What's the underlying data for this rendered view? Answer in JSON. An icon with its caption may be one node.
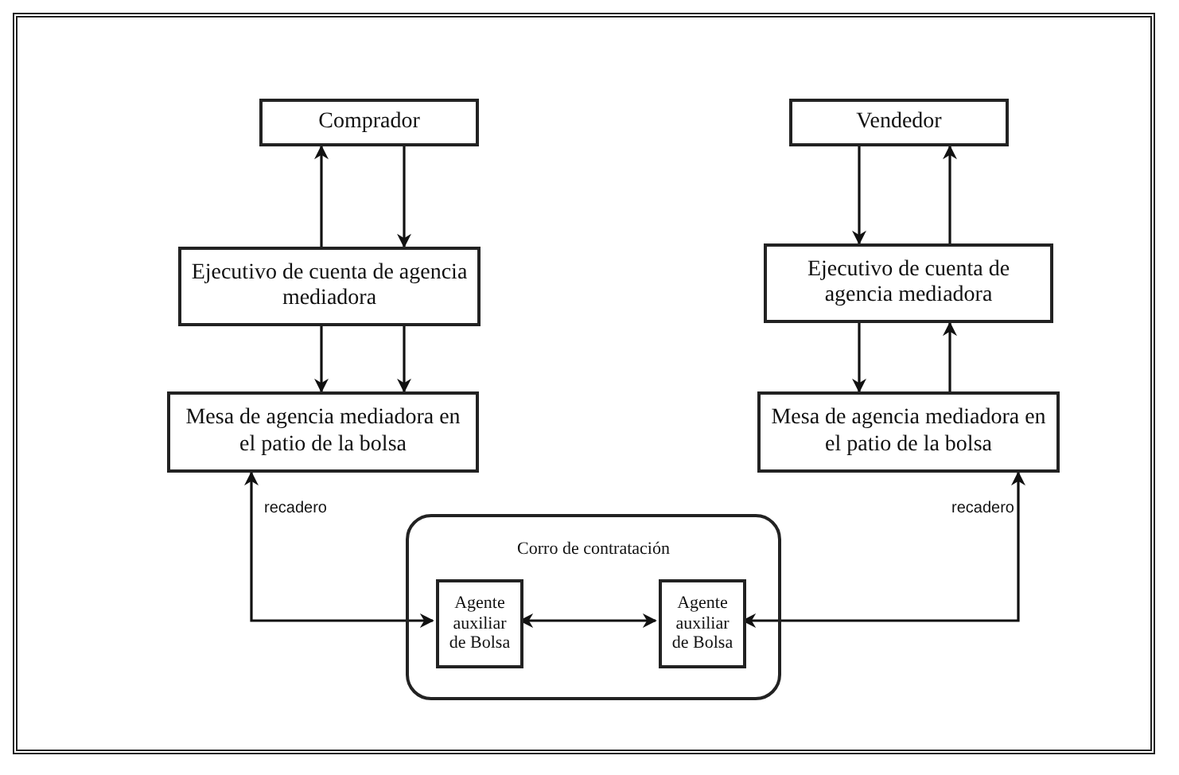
{
  "diagram": {
    "nodes": [
      {
        "text": [
          "Comprador"
        ]
      },
      {
        "text": [
          "Ejecutivo de cuenta de agencia mediadora"
        ]
      },
      {
        "text": [
          "Mesa de agencia mediadora en el patio de la bolsa"
        ]
      },
      {
        "text": [
          "Vendedor"
        ]
      },
      {
        "text": [
          "Ejecutivo de cuenta de agencia mediadora"
        ]
      },
      {
        "text": [
          "Mesa de agencia mediadora en el patio de la bolsa"
        ]
      },
      {
        "text": [
          "Corro de contratación"
        ]
      },
      {
        "text": [
          "Agente auxiliar de Bolsa"
        ],
        "in": 6
      },
      {
        "text": [
          "Agente auxiliar de Bolsa"
        ],
        "in": 6
      }
    ],
    "edges": [
      {
        "from": 1,
        "to": 0,
        "arrow": "to"
      },
      {
        "from": 0,
        "to": 1,
        "arrow": "to"
      },
      {
        "from": 1,
        "to": 2,
        "arrow": "to"
      },
      {
        "from": 1,
        "to": 2,
        "arrow": "to"
      },
      {
        "from": 3,
        "to": 4,
        "arrow": "to"
      },
      {
        "from": 4,
        "to": 3,
        "arrow": "to"
      },
      {
        "from": 4,
        "to": 5,
        "arrow": "to"
      },
      {
        "from": 5,
        "to": 4,
        "arrow": "to"
      },
      {
        "from": 7,
        "to": 2,
        "arrow": "both",
        "label": "recadero"
      },
      {
        "from": 8,
        "to": 5,
        "arrow": "both",
        "label": "recadero"
      },
      {
        "from": 7,
        "to": 8,
        "arrow": "both"
      }
    ]
  }
}
